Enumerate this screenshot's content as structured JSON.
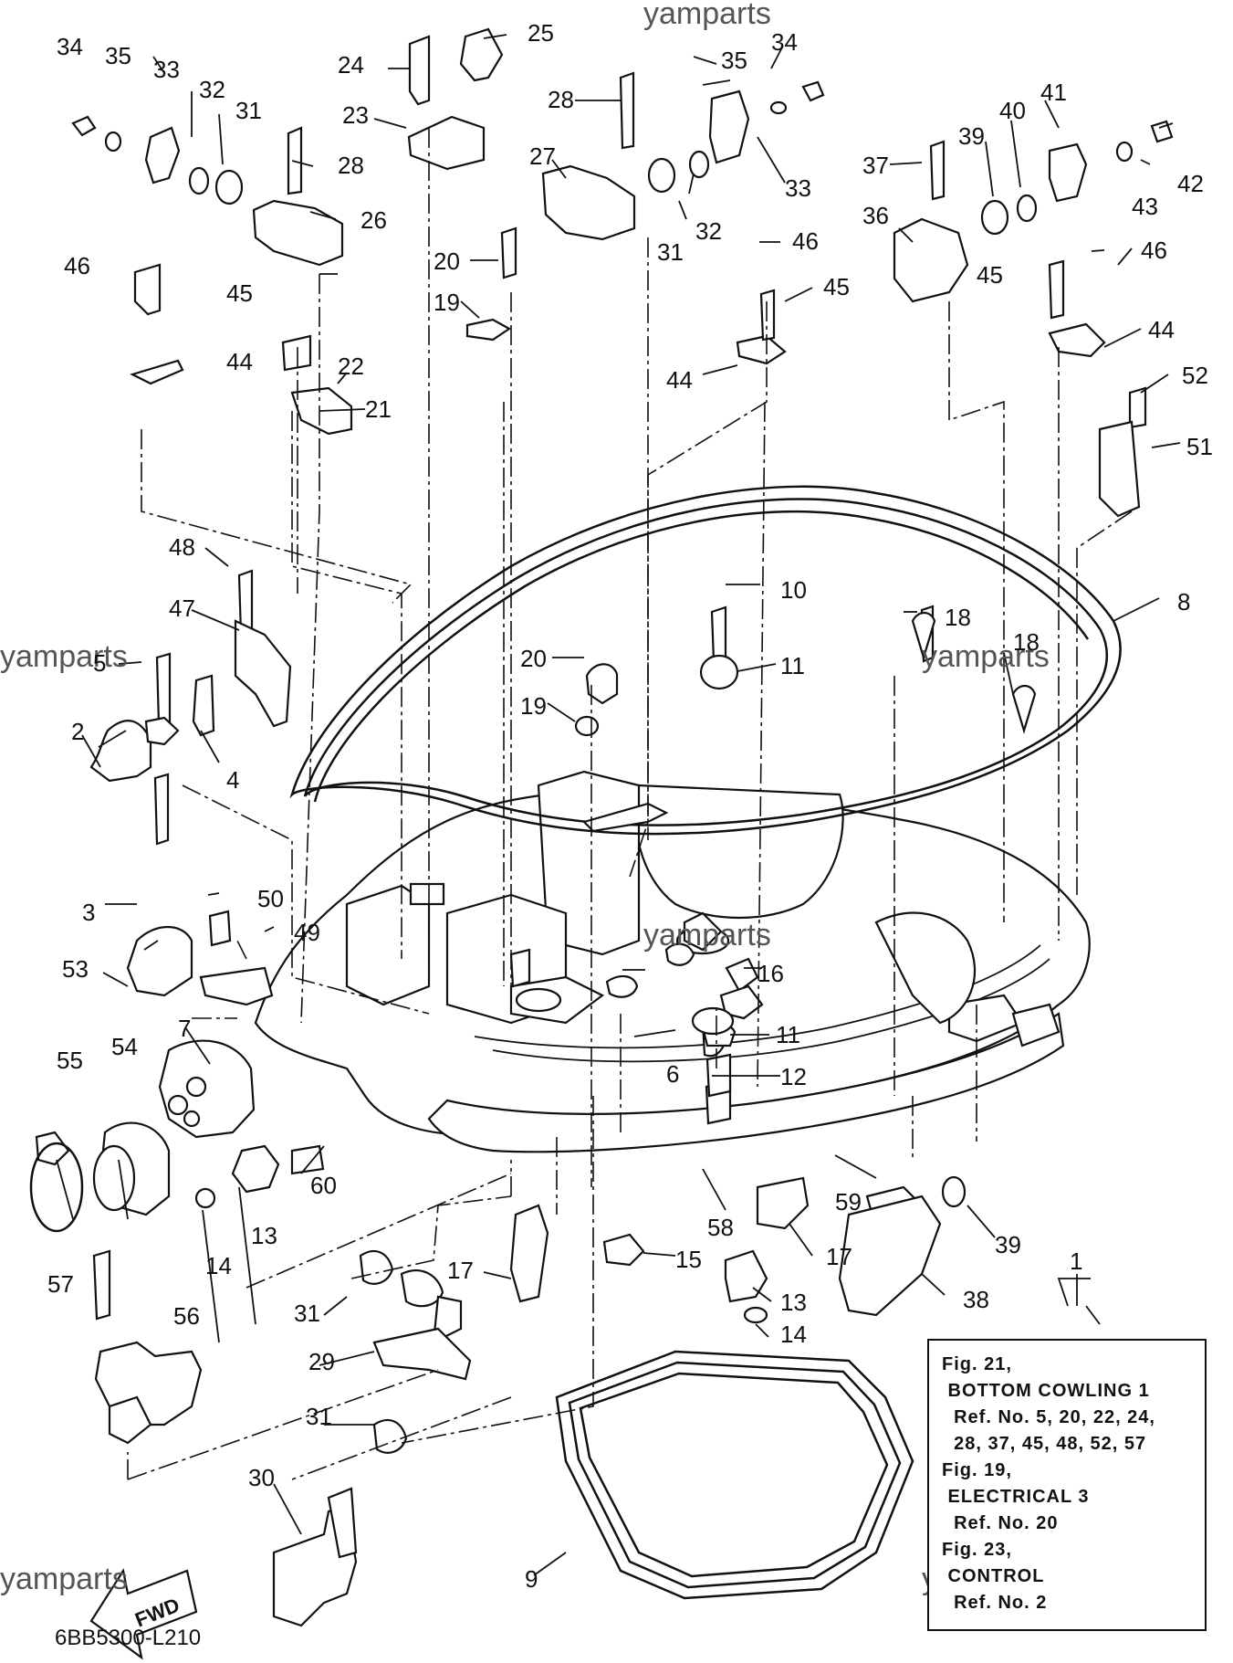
{
  "watermark": "yamparts",
  "diagram_code": "6BB5300-L210",
  "fwd_label": "FWD",
  "callouts": {
    "c1": "1",
    "c2": "2",
    "c3": "3",
    "c4": "4",
    "c5": "5",
    "c6": "6",
    "c7": "7",
    "c8": "8",
    "c9": "9",
    "c10": "10",
    "c11a": "11",
    "c11b": "11",
    "c12": "12",
    "c13a": "13",
    "c13b": "13",
    "c14a": "14",
    "c14b": "14",
    "c15": "15",
    "c16": "16",
    "c17a": "17",
    "c17b": "17",
    "c18a": "18",
    "c18b": "18",
    "c19a": "19",
    "c19b": "19",
    "c20a": "20",
    "c20b": "20",
    "c21": "21",
    "c22": "22",
    "c23": "23",
    "c24": "24",
    "c25": "25",
    "c26": "26",
    "c27": "27",
    "c28a": "28",
    "c28b": "28",
    "c29": "29",
    "c30": "30",
    "c31a": "31",
    "c31b": "31",
    "c31c": "31",
    "c31d": "31",
    "c32a": "32",
    "c32b": "32",
    "c33a": "33",
    "c33b": "33",
    "c34a": "34",
    "c34b": "34",
    "c35a": "35",
    "c35b": "35",
    "c36": "36",
    "c37": "37",
    "c38": "38",
    "c39a": "39",
    "c39b": "39",
    "c40": "40",
    "c41": "41",
    "c42": "42",
    "c43": "43",
    "c44a": "44",
    "c44b": "44",
    "c44c": "44",
    "c45a": "45",
    "c45b": "45",
    "c45c": "45",
    "c46a": "46",
    "c46b": "46",
    "c46c": "46",
    "c47": "47",
    "c48": "48",
    "c49": "49",
    "c50": "50",
    "c51": "51",
    "c52": "52",
    "c53": "53",
    "c54": "54",
    "c55": "55",
    "c56": "56",
    "c57": "57",
    "c58": "58",
    "c59": "59",
    "c60": "60"
  },
  "reference_note": {
    "l1": "Fig. 21,",
    "l2": " BOTTOM COWLING 1",
    "l3": "  Ref. No. 5, 20, 22, 24,",
    "l4": "  28, 37, 45, 48, 52, 57",
    "l5": "Fig. 19,",
    "l6": " ELECTRICAL 3",
    "l7": "  Ref. No. 20",
    "l8": "Fig. 23,",
    "l9": " CONTROL",
    "l10": "  Ref. No. 2"
  }
}
